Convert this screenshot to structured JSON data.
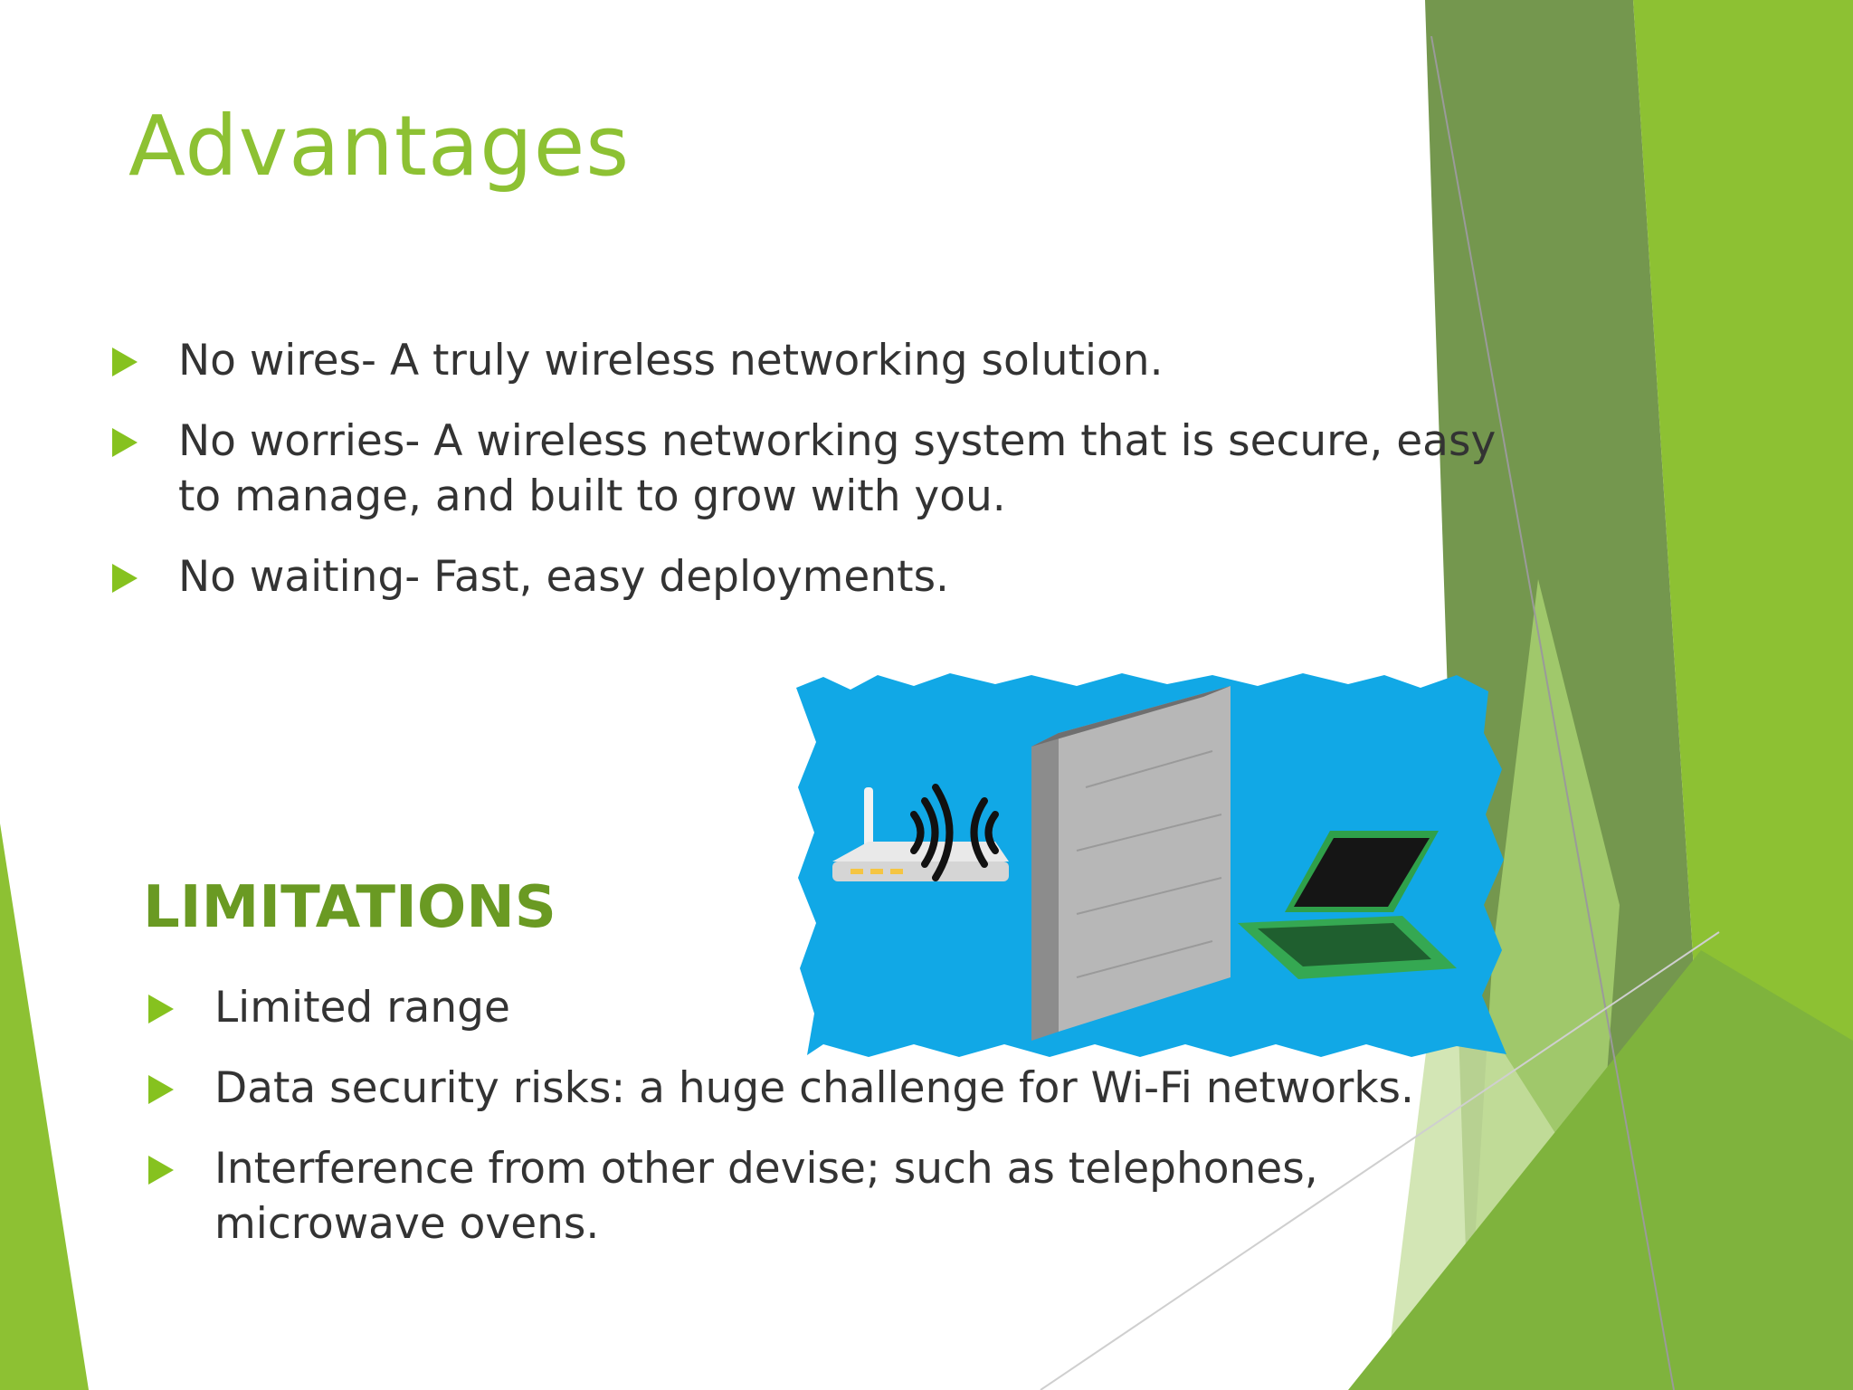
{
  "slide": {
    "title": "Advantages",
    "advantages": [
      "No wires-  A truly wireless networking solution.",
      "No worries- A wireless networking system that is secure, easy to manage, and built to grow with you.",
      "No waiting- Fast, easy deployments."
    ],
    "limitations_title": "LIMITATIONS",
    "limitations": [
      "Limited range",
      "Data security risks: a huge challenge for Wi-Fi networks.",
      "Interference from other devise; such as telephones, microwave ovens."
    ]
  },
  "illustration": {
    "icons": [
      "wifi-router-icon",
      "wifi-signal-icon",
      "brick-wall-icon",
      "laptop-icon"
    ]
  },
  "colors": {
    "title": "#8dc133",
    "limitations_title": "#6a9a23",
    "bullet_arrow": "#86c21f",
    "body_text": "#333333",
    "illustration_bg": "#11a8e6"
  }
}
